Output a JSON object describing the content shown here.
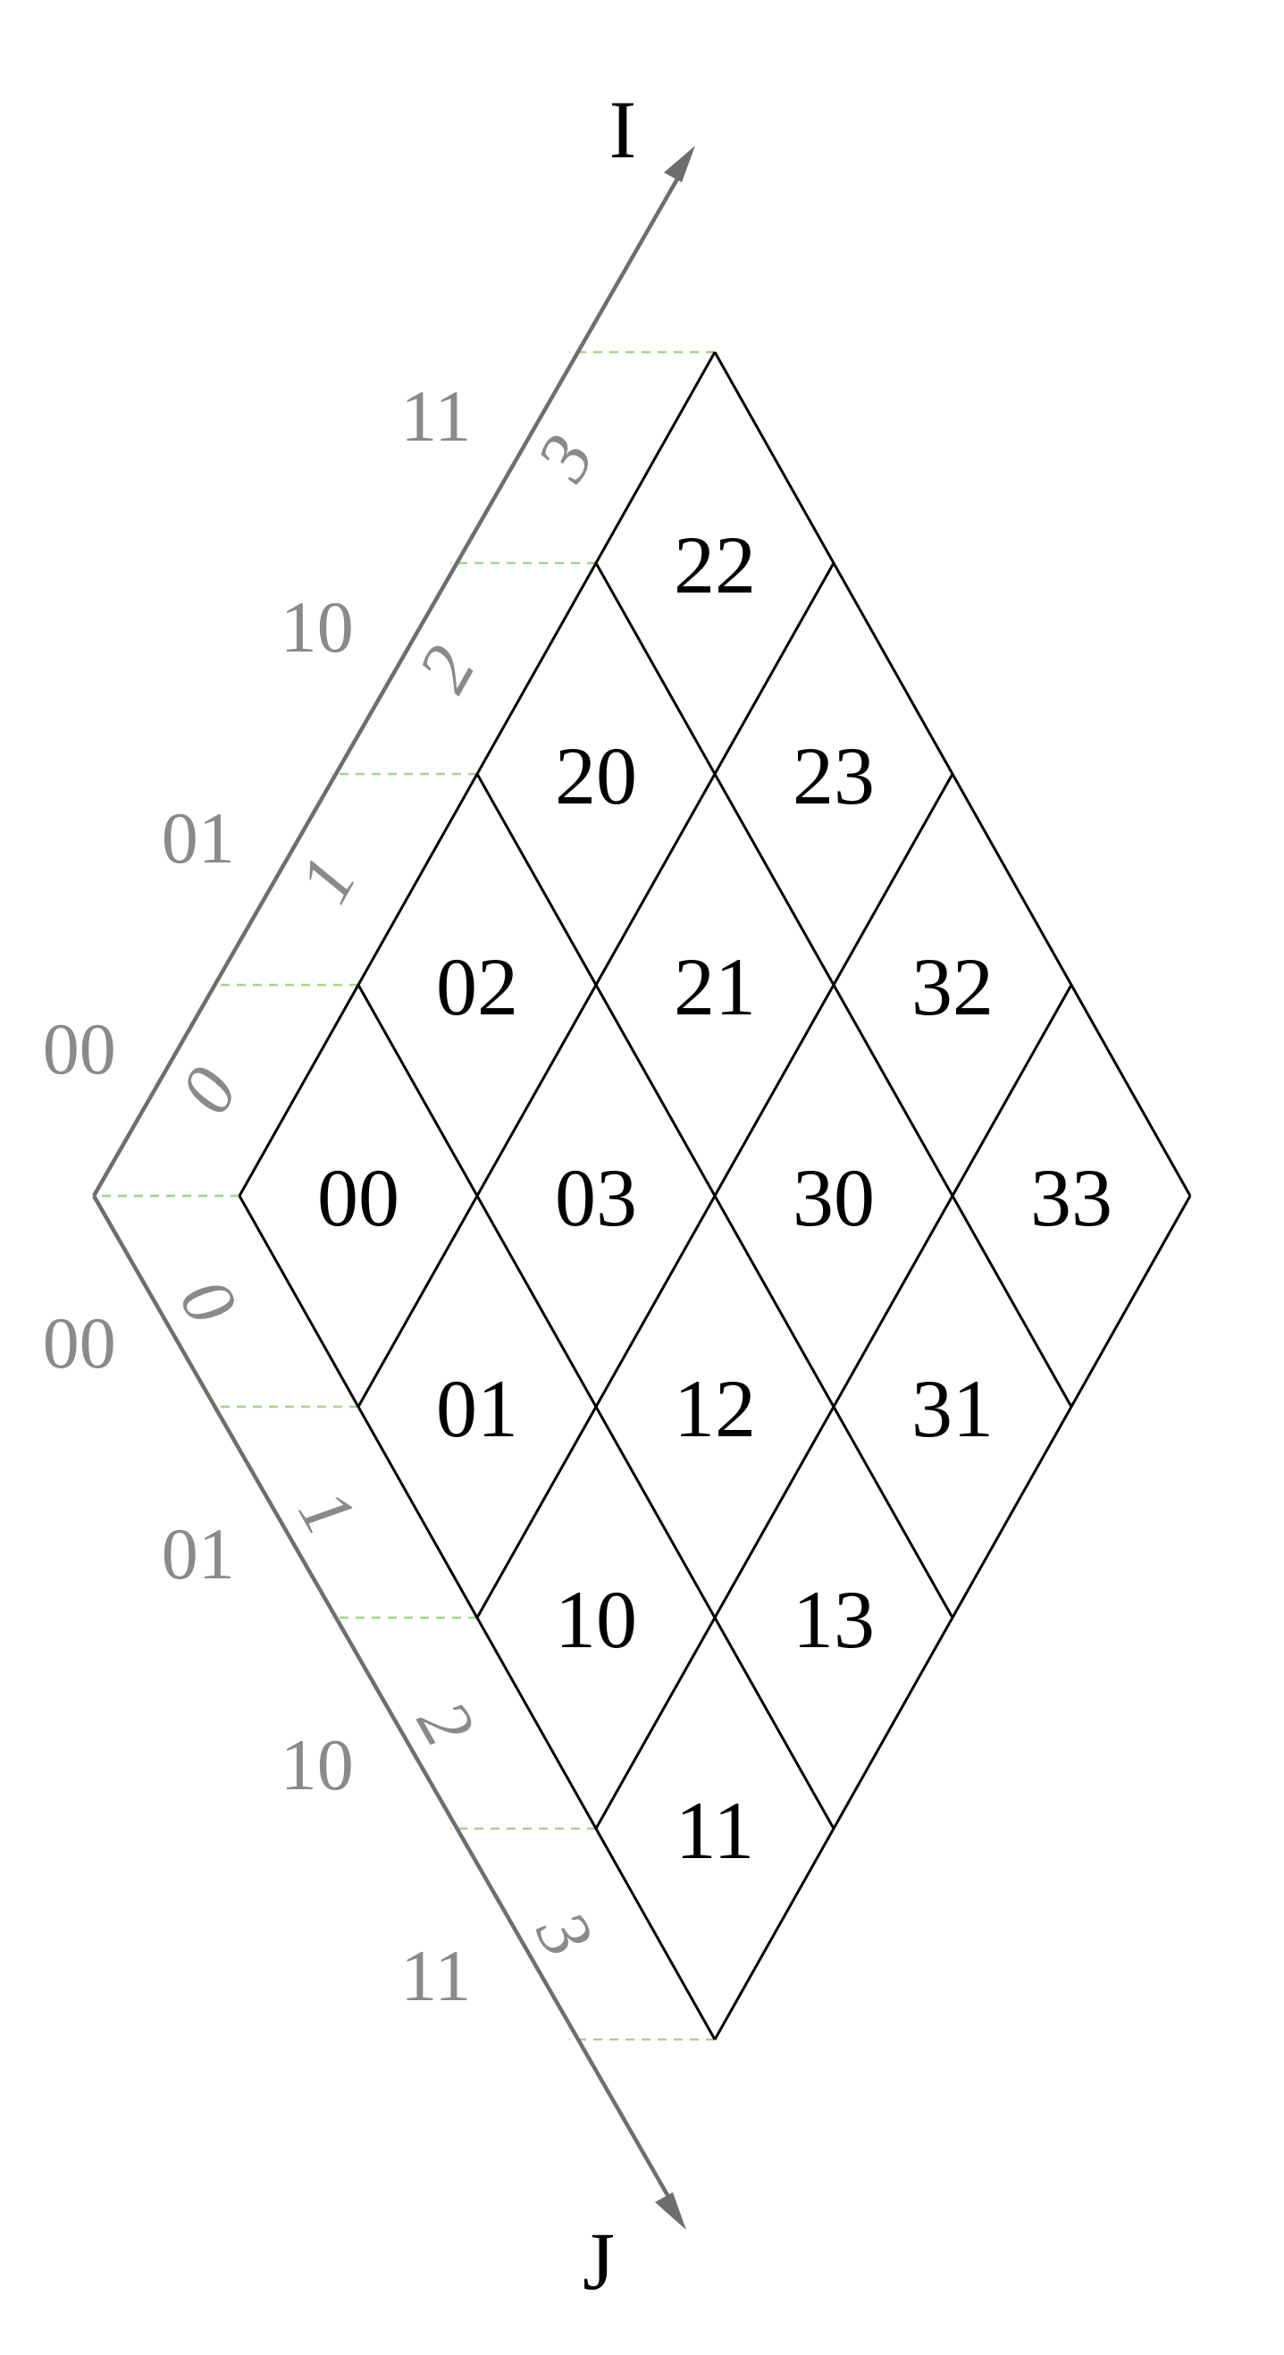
{
  "axes": {
    "i": {
      "name": "I",
      "binary_labels": [
        "00",
        "01",
        "10",
        "11"
      ],
      "index_labels": [
        "0",
        "1",
        "2",
        "3"
      ]
    },
    "j": {
      "name": "J",
      "binary_labels": [
        "00",
        "01",
        "10",
        "11"
      ],
      "index_labels": [
        "0",
        "1",
        "2",
        "3"
      ]
    }
  },
  "grid": {
    "rows_by_j": [
      [
        "00",
        "02",
        "20",
        "22"
      ],
      [
        "01",
        "03",
        "21",
        "23"
      ],
      [
        "10",
        "12",
        "30",
        "32"
      ],
      [
        "11",
        "13",
        "31",
        "33"
      ]
    ]
  },
  "colors": {
    "axis": "#6e6e6e",
    "grid": "#000000",
    "guides": "#a6d38a",
    "axis_labels": "#8a8a8a"
  }
}
